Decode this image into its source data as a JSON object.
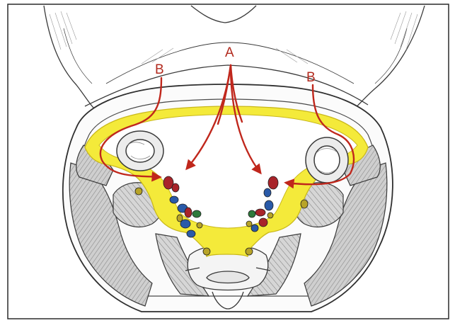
{
  "figure": {
    "labels": {
      "center_label": "A",
      "left_label": "B",
      "right_label": "B"
    },
    "colors": {
      "frame": "#2a2a2a",
      "background": "#ffffff",
      "outline": "#3a3a3a",
      "hatch": "#8a8a8a",
      "muscle_fill": "#b9b9b9",
      "fat_space": "#f4ea3a",
      "fat_space_edge": "#c9b81a",
      "arrow": "#c0271c",
      "node_blue": "#2a5aa8",
      "node_red": "#a8242a",
      "node_green": "#2e7a3c",
      "node_olive": "#b8a428"
    },
    "icons": [
      "arrow-icon"
    ]
  }
}
